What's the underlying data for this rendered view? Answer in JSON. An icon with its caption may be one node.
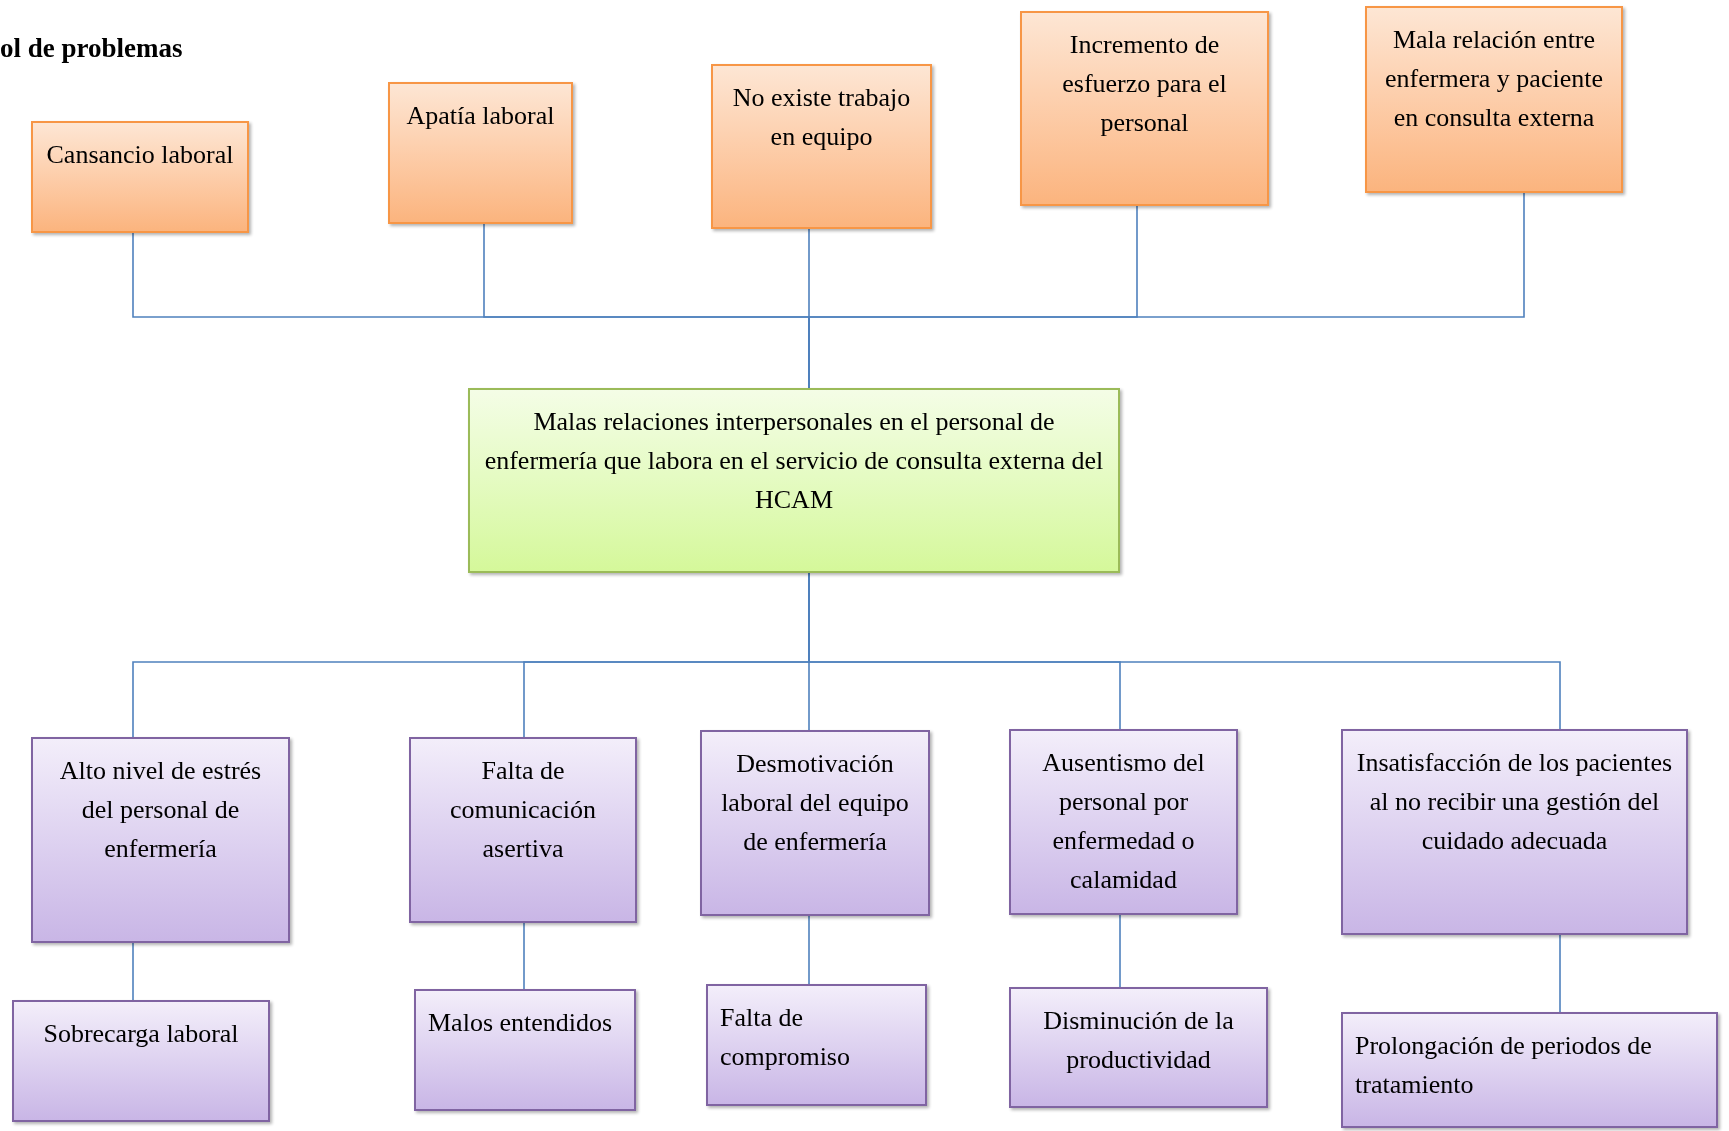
{
  "diagram": {
    "title": "ol de problemas",
    "nodes": [
      {
        "text": [
          "Cansancio laboral"
        ]
      },
      {
        "text": [
          "Apatía laboral"
        ]
      },
      {
        "text": [
          "No existe trabajo en equipo"
        ]
      },
      {
        "text": [
          "Incremento de esfuerzo para el personal"
        ]
      },
      {
        "text": [
          "Mala relación entre enfermera y paciente en consulta externa"
        ]
      },
      {
        "text": [
          "Malas relaciones interpersonales en el  personal de enfermería  que labora en el servicio de consulta externa del HCAM"
        ]
      },
      {
        "text": [
          "Alto nivel de estrés del personal de enfermería"
        ]
      },
      {
        "text": [
          "Falta de comunicación asertiva"
        ]
      },
      {
        "text": [
          "Desmotivación laboral del equipo de enfermería"
        ]
      },
      {
        "text": [
          "Ausentismo del personal por enfermedad o calamidad"
        ]
      },
      {
        "text": [
          "Insatisfacción de los pacientes al no recibir una gestión del cuidado adecuada"
        ]
      },
      {
        "text": [
          "Sobrecarga laboral"
        ]
      },
      {
        "text": [
          "Malos entendidos"
        ]
      },
      {
        "text": [
          "Falta de compromiso"
        ]
      },
      {
        "text": [
          "Disminución de la productividad"
        ]
      },
      {
        "text": [
          "Prolongación de periodos de tratamiento"
        ]
      }
    ],
    "edges": [
      {
        "from": 0,
        "to": 5,
        "arrow": "none"
      },
      {
        "from": 1,
        "to": 5,
        "arrow": "none"
      },
      {
        "from": 2,
        "to": 5,
        "arrow": "none"
      },
      {
        "from": 3,
        "to": 5,
        "arrow": "none"
      },
      {
        "from": 4,
        "to": 5,
        "arrow": "none"
      },
      {
        "from": 5,
        "to": 6,
        "arrow": "none"
      },
      {
        "from": 5,
        "to": 7,
        "arrow": "none"
      },
      {
        "from": 5,
        "to": 8,
        "arrow": "none"
      },
      {
        "from": 5,
        "to": 9,
        "arrow": "none"
      },
      {
        "from": 5,
        "to": 10,
        "arrow": "none"
      },
      {
        "from": 6,
        "to": 11,
        "arrow": "none"
      },
      {
        "from": 7,
        "to": 12,
        "arrow": "none"
      },
      {
        "from": 8,
        "to": 13,
        "arrow": "none"
      },
      {
        "from": 9,
        "to": 14,
        "arrow": "none"
      },
      {
        "from": 10,
        "to": 15,
        "arrow": "none"
      }
    ]
  }
}
